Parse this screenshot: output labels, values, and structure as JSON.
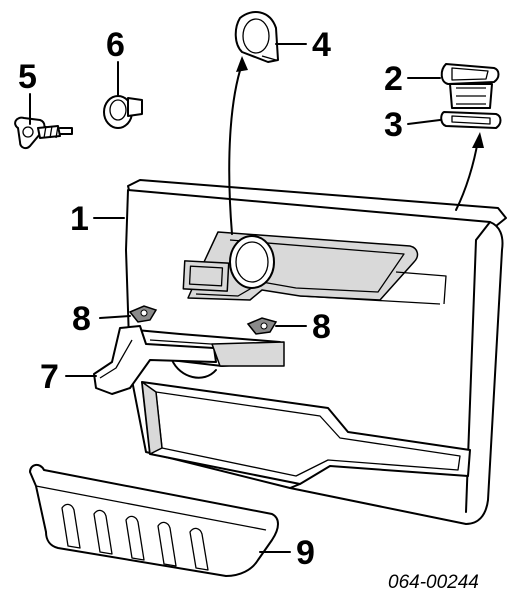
{
  "callouts": {
    "c1": "1",
    "c2": "2",
    "c3": "3",
    "c4": "4",
    "c5": "5",
    "c6": "6",
    "c7": "7",
    "c8a": "8",
    "c8b": "8",
    "c9": "9"
  },
  "part_number": "064-00244"
}
